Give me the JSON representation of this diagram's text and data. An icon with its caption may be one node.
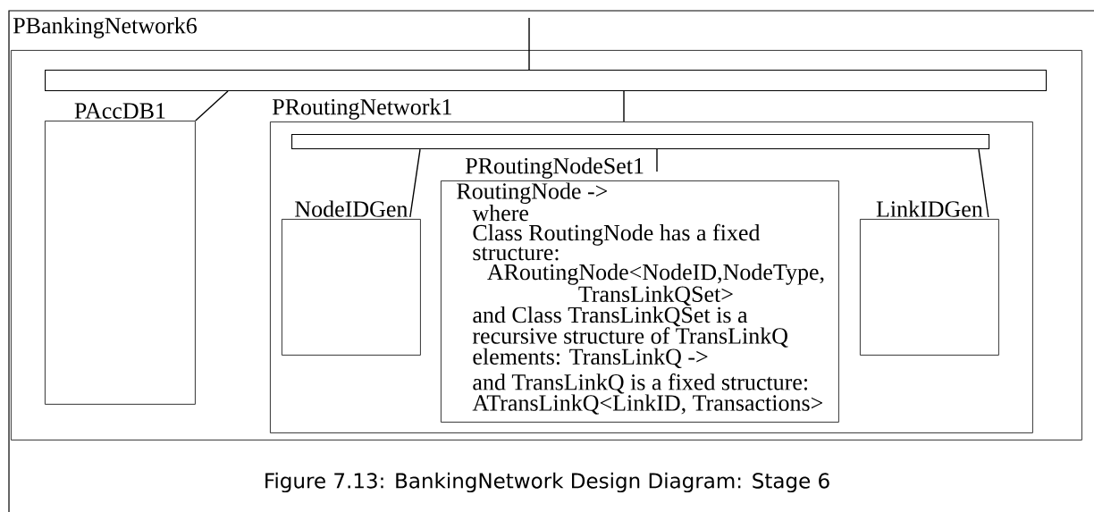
{
  "diagram": {
    "caption": "Figure 7.13: BankingNetwork Design Diagram: Stage 6",
    "nodes": [
      {
        "text": [
          "PBankingNetwork6"
        ]
      },
      {
        "text": [],
        "shape": "box",
        "in": 0
      },
      {
        "text": [],
        "shape": "bar",
        "in": 1
      },
      {
        "text": [
          "PAccDB1"
        ],
        "in": 1
      },
      {
        "text": [
          "PRoutingNetwork1"
        ],
        "in": 1
      },
      {
        "text": [],
        "shape": "bar",
        "in": 4
      },
      {
        "text": [
          "NodeIDGen"
        ],
        "in": 4
      },
      {
        "text": [
          "PRoutingNodeSet1",
          "RoutingNode ->",
          "where",
          "Class RoutingNode has a fixed structure:",
          "ARoutingNode<NodeID,NodeType, TransLinkQSet>",
          "and Class TransLinkQSet is a recursive structure of TransLinkQ elements: TransLinkQ ->",
          "and TransLinkQ is a fixed structure: ATransLinkQ<LinkID, Transactions>"
        ],
        "in": 4
      },
      {
        "text": [
          "LinkIDGen"
        ],
        "in": 4
      }
    ],
    "edges": [
      {
        "from": null,
        "to": 2,
        "arrow": "none"
      },
      {
        "from": 2,
        "to": 3,
        "arrow": "none"
      },
      {
        "from": 2,
        "to": 4,
        "arrow": "none"
      },
      {
        "from": 5,
        "to": 6,
        "arrow": "none"
      },
      {
        "from": 5,
        "to": 7,
        "arrow": "none"
      },
      {
        "from": 5,
        "to": 8,
        "arrow": "none"
      }
    ]
  }
}
